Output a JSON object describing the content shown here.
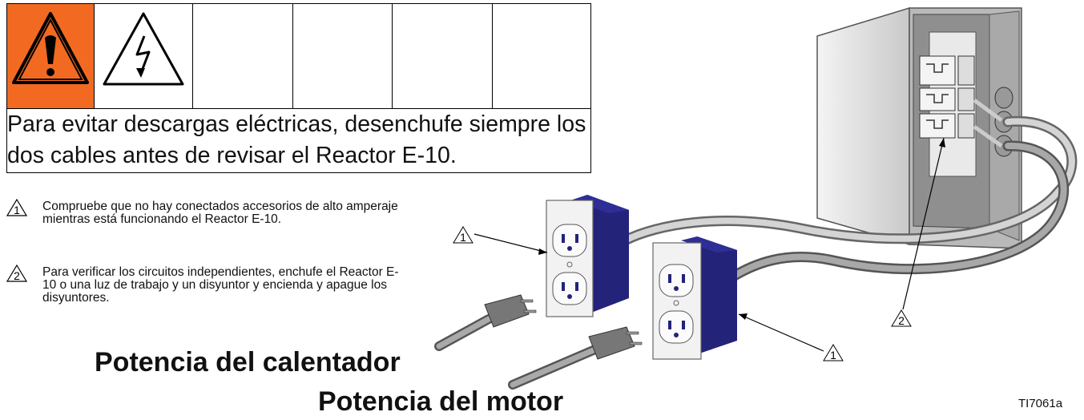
{
  "warning": {
    "message": "Para evitar descargas eléctricas, desenchufe siempre los dos cables antes de revisar el Reactor E-10."
  },
  "notes": [
    {
      "number": "1",
      "text": "Compruebe que no hay conectados accesorios de alto amperaje mientras está funcionando el Reactor E-10."
    },
    {
      "number": "2",
      "text": "Para verificar los circuitos independientes, enchufe el Reactor E-10 o una luz de trabajo y un disyuntor y encienda y apague los disyuntores."
    }
  ],
  "labels": {
    "heater_power": "Potencia del calentador",
    "motor_power": "Potencia del motor",
    "figure_id": "TI7061a"
  },
  "callouts": {
    "upper_outlet": "1",
    "lower_outlet": "1",
    "breaker_box": "2"
  },
  "icons": [
    "warning-icon",
    "electric-shock-icon"
  ],
  "colors": {
    "warning_orange": "#f26a22",
    "outlet_box_blue": "#23237a"
  }
}
